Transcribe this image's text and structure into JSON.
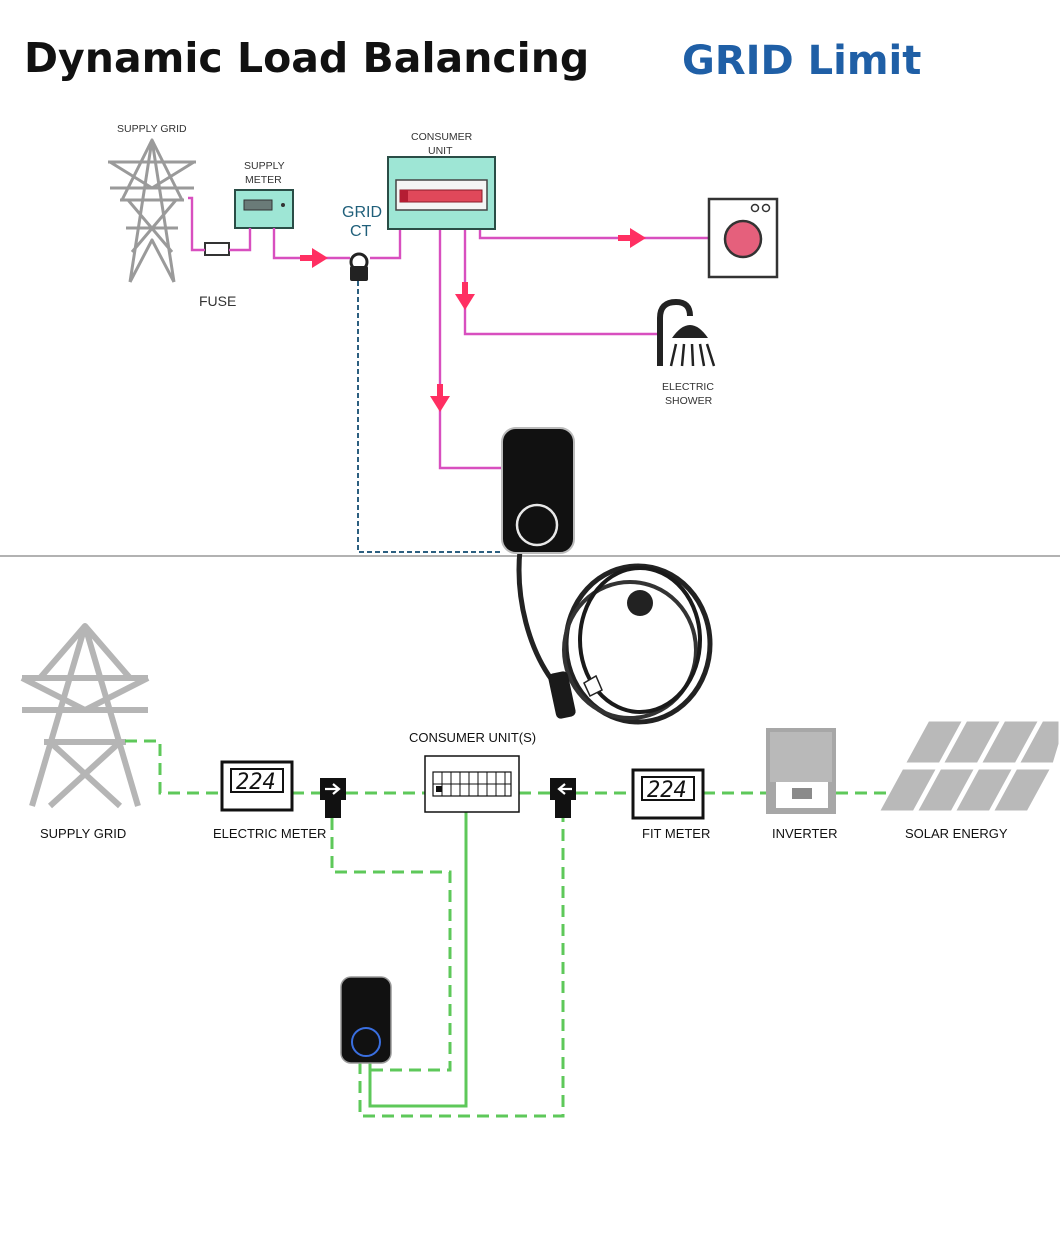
{
  "header": {
    "title": "Dynamic Load Balancing",
    "subtitle": "GRID Limit"
  },
  "top_diagram": {
    "supply_grid": "SUPPLY GRID",
    "supply_meter": [
      "SUPPLY",
      "METER"
    ],
    "fuse": "FUSE",
    "grid_ct": [
      "GRID",
      "CT"
    ],
    "consumer_unit": [
      "CONSUMER",
      "UNIT"
    ],
    "electric_shower": [
      "ELECTRIC",
      "SHOWER"
    ]
  },
  "bottom_diagram": {
    "supply_grid": "SUPPLY GRID",
    "electric_meter": "ELECTRIC METER",
    "consumer_units": "CONSUMER UNIT(S)",
    "fit_meter": "FIT METER",
    "inverter": "INVERTER",
    "solar_energy": "SOLAR ENERGY",
    "meter_readout": "224"
  },
  "colors": {
    "title_dark": "#111111",
    "grid_limit_blue": "#1f5fa6",
    "power_line_magenta": "#d84fbf",
    "flow_arrow_red": "#ff2f62",
    "ct_dashed_blue": "#2c5f80",
    "green_dashed": "#5ec85a",
    "meter_teal": "#9ee6d5"
  }
}
